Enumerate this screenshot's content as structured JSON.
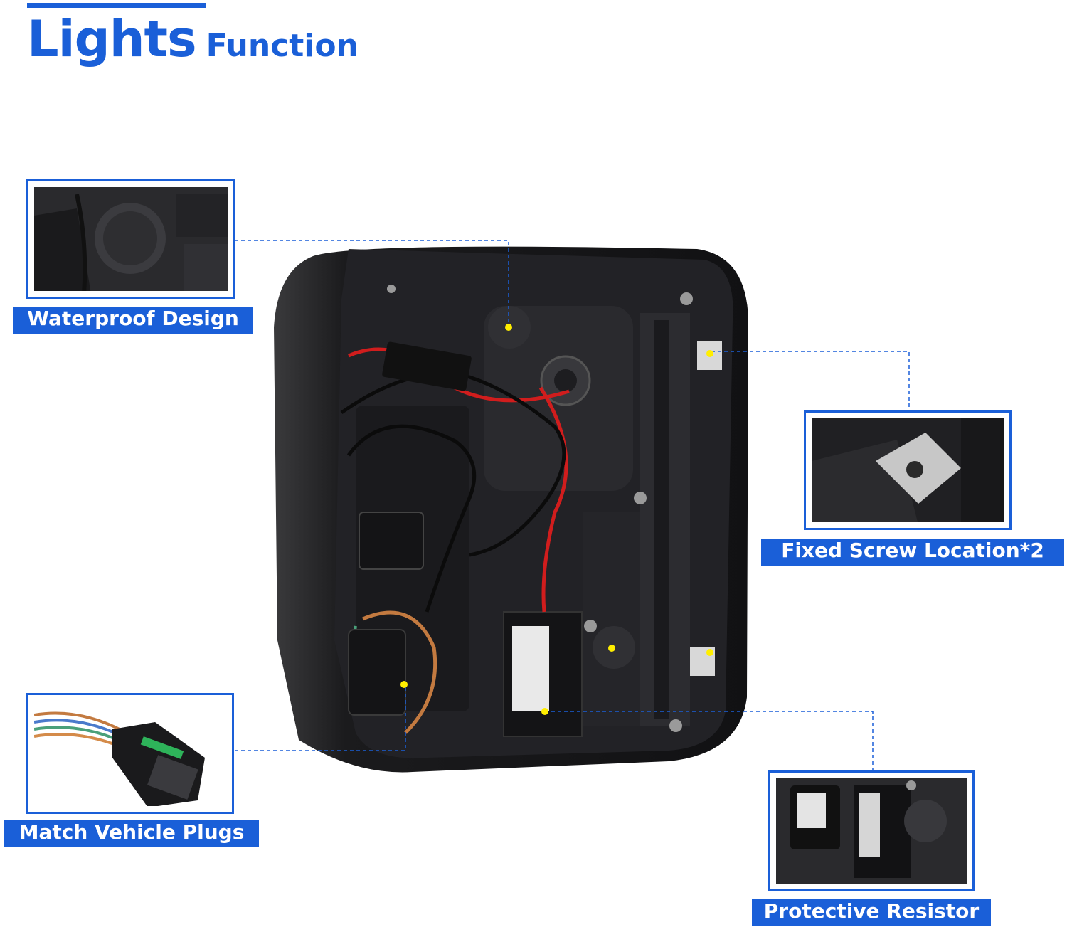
{
  "title": {
    "main": "Lights",
    "sub": "Function"
  },
  "features": {
    "waterproof": {
      "label": "Waterproof Design"
    },
    "fixed_screw": {
      "label": "Fixed Screw Location*2"
    },
    "plugs": {
      "label": "Match Vehicle Plugs"
    },
    "resistor": {
      "label": "Protective Resistor"
    }
  },
  "colors": {
    "accent": "#1a5fd8",
    "marker": "#ffee00",
    "housing": "#1b1b1d"
  }
}
